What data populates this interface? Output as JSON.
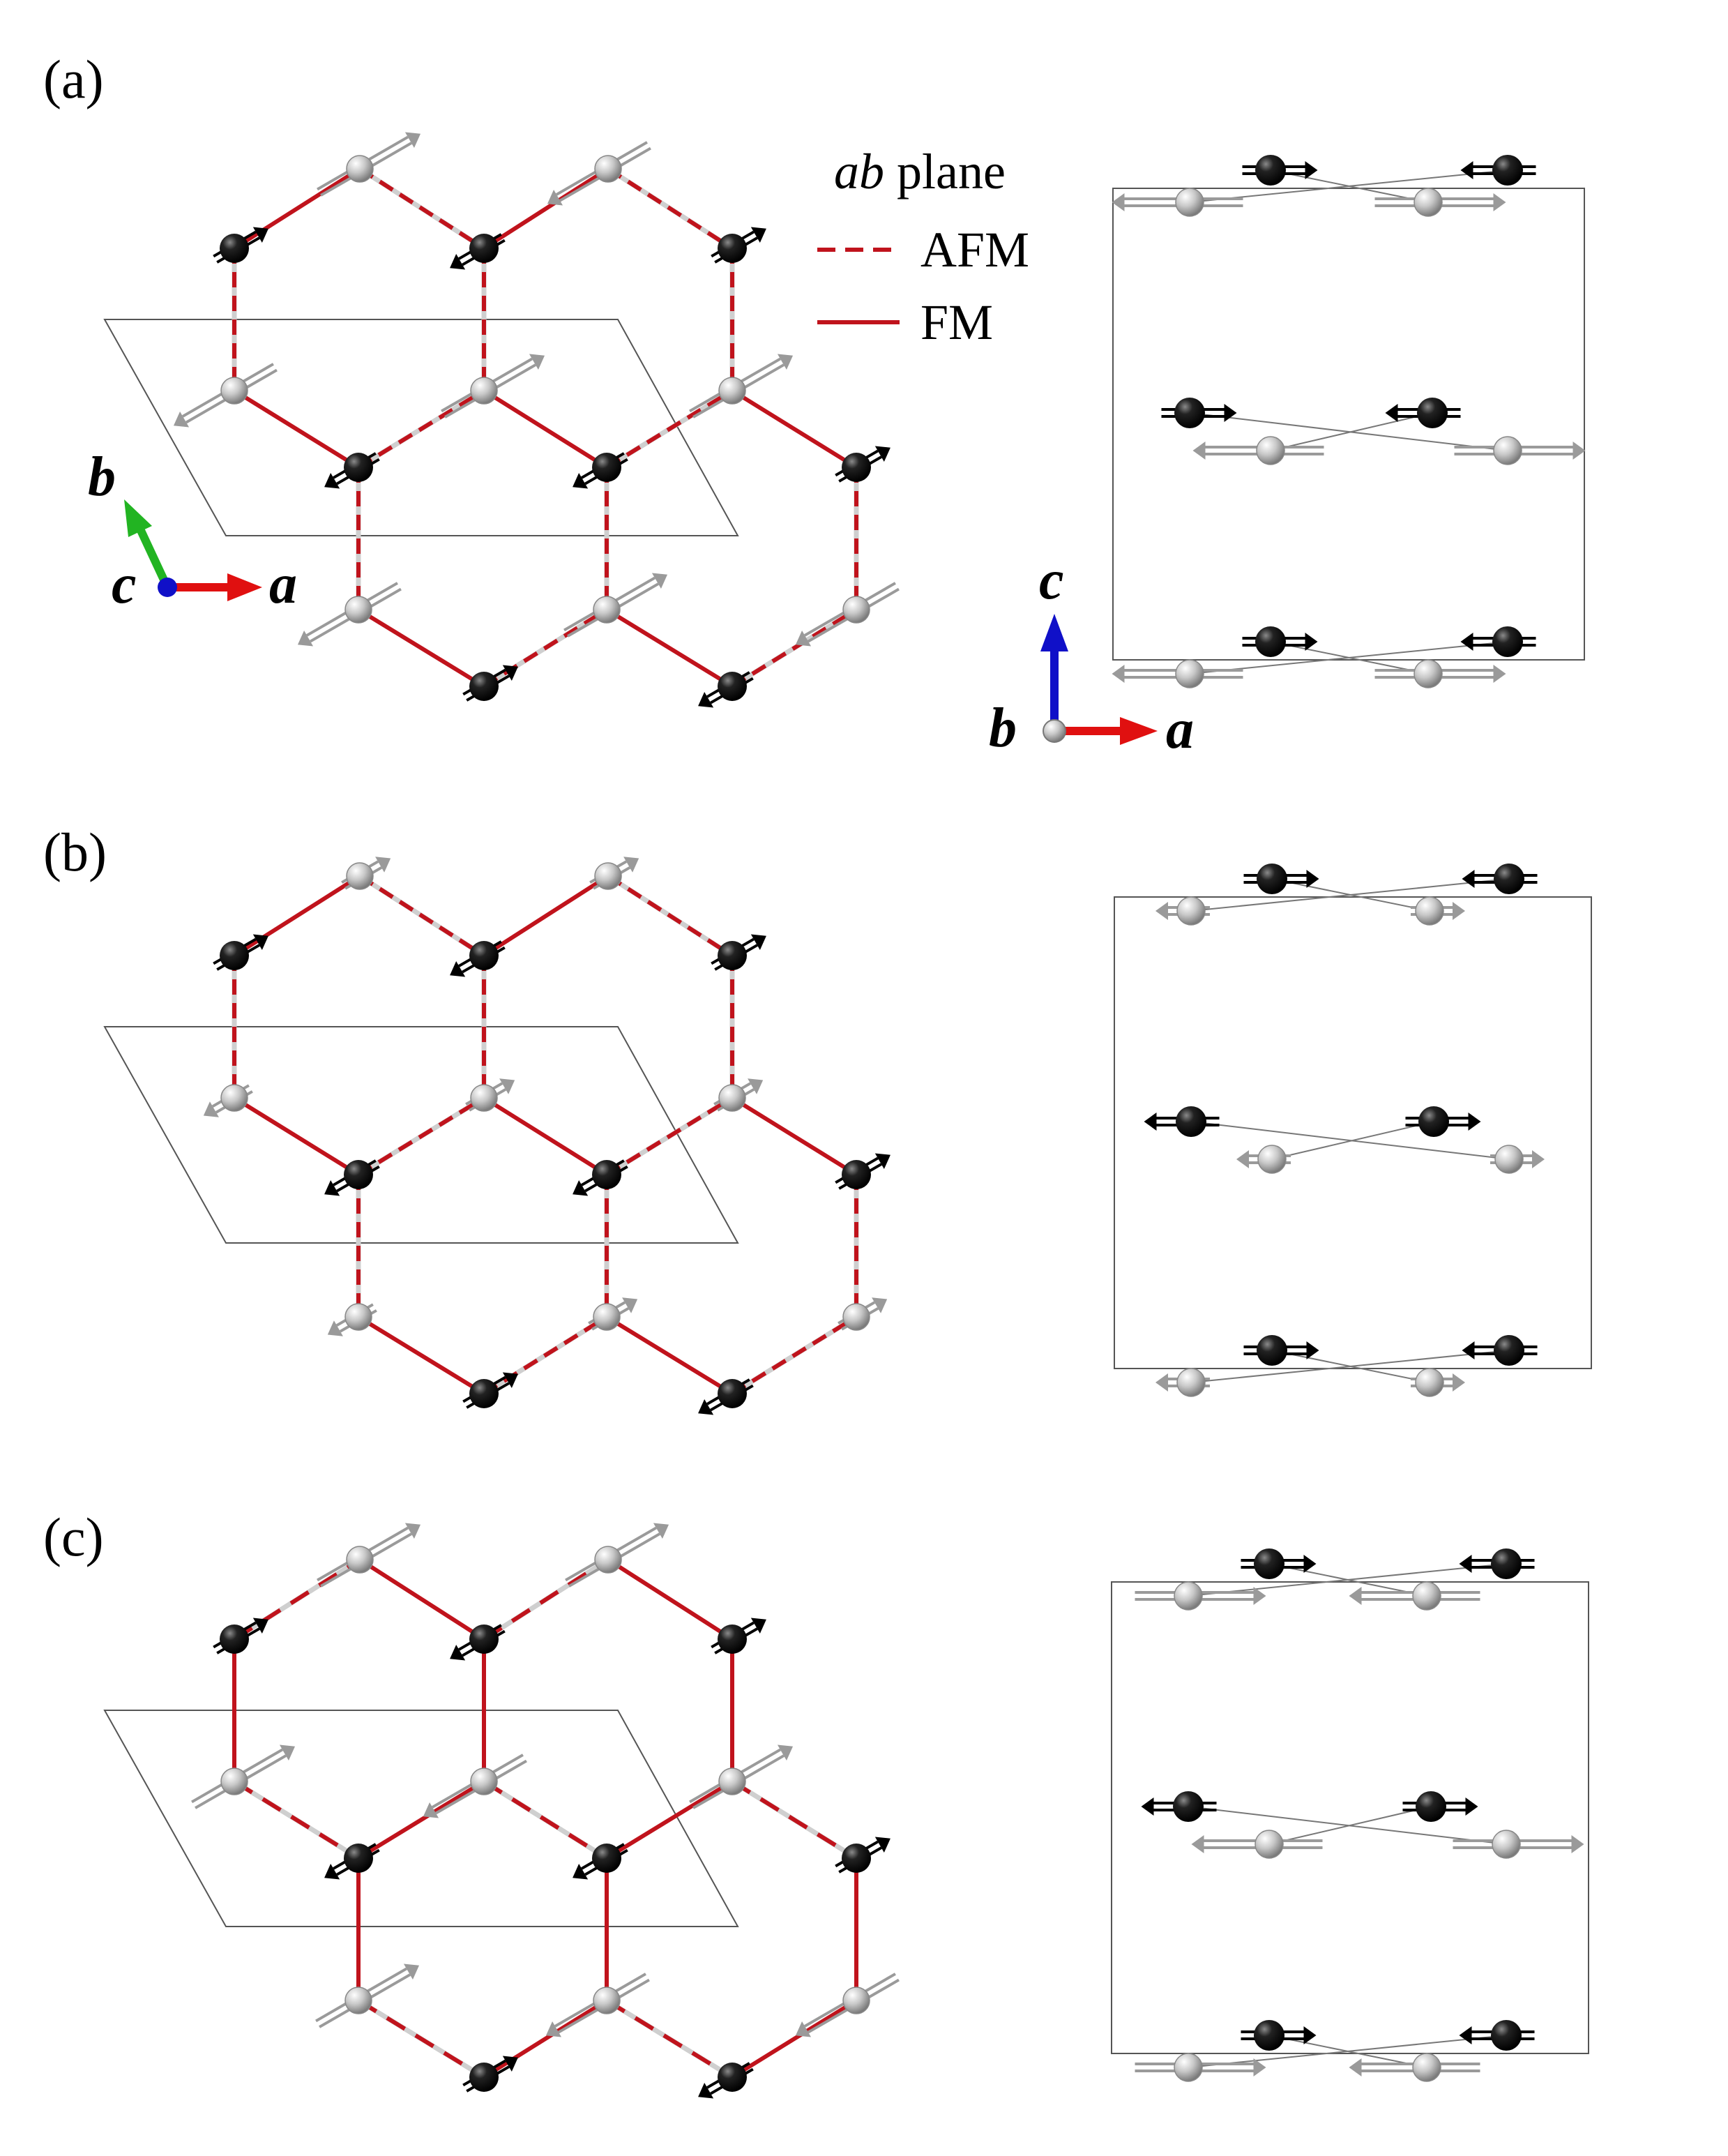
{
  "panels": [
    {
      "label": "(a)",
      "ab_variant": "a",
      "side_variant": "a"
    },
    {
      "label": "(b)",
      "ab_variant": "b",
      "side_variant": "b"
    },
    {
      "label": "(c)",
      "ab_variant": "c",
      "side_variant": "c"
    }
  ],
  "legend": {
    "plane_italic": "ab",
    "plane_rest": " plane",
    "afm_label": "AFM",
    "fm_label": "FM"
  },
  "axes": {
    "ab_view": {
      "b": "b",
      "c": "c",
      "a": "a"
    },
    "side_view": {
      "c": "c",
      "b": "b",
      "a": "a"
    }
  },
  "colors": {
    "bond_red": "#c0131c",
    "atom_black": "#111111",
    "atom_gray": "#b8b8b8",
    "axis_a": "#e01010",
    "axis_b": "#22b422",
    "axis_c": "#1010c8",
    "cell_line": "#555555"
  }
}
